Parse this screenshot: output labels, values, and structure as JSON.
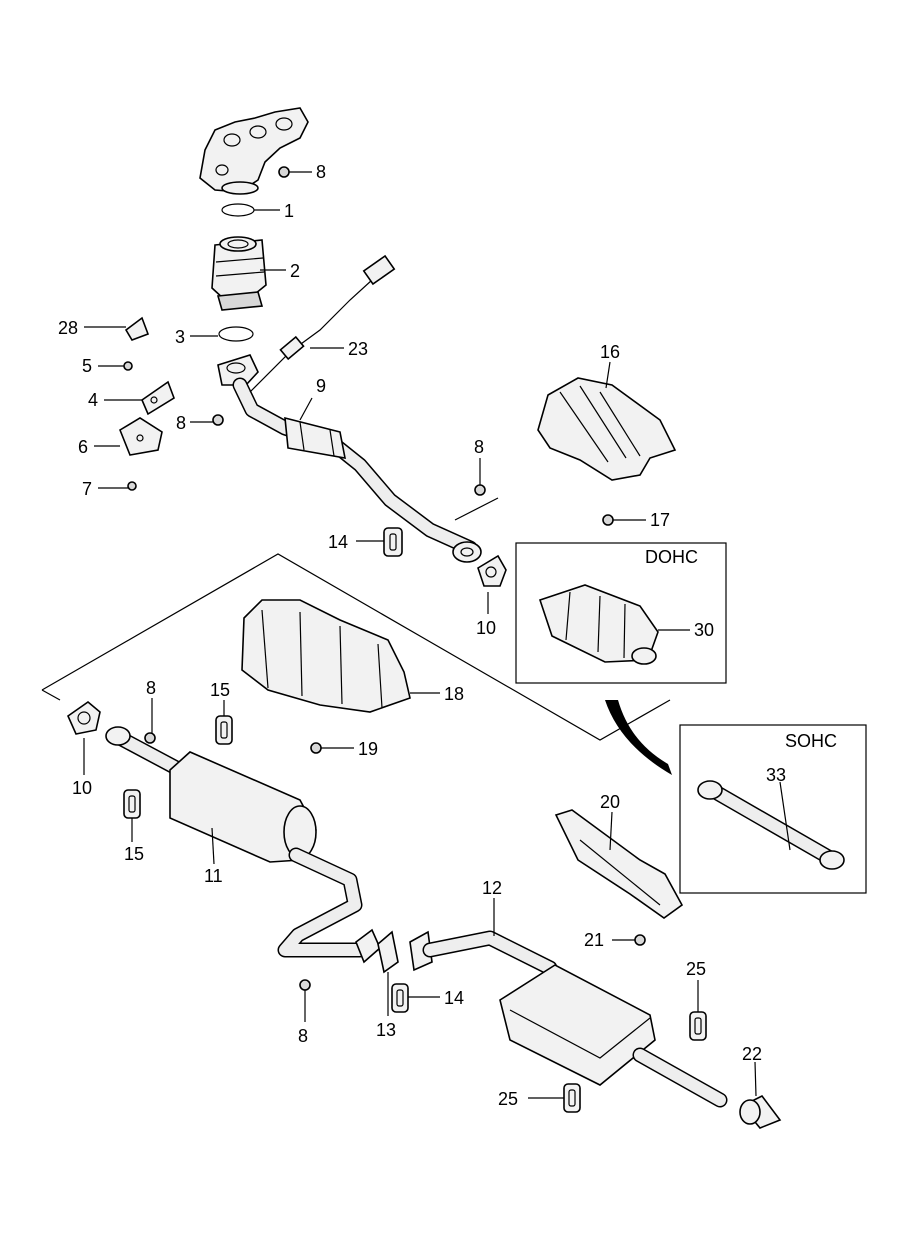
{
  "boxes": {
    "dohc": {
      "title": "DOHC"
    },
    "sohc": {
      "title": "SOHC"
    }
  },
  "callouts": [
    {
      "id": "c8a",
      "text": "8"
    },
    {
      "id": "c1",
      "text": "1"
    },
    {
      "id": "c2",
      "text": "2"
    },
    {
      "id": "c28",
      "text": "28"
    },
    {
      "id": "c3",
      "text": "3"
    },
    {
      "id": "c23",
      "text": "23"
    },
    {
      "id": "c5",
      "text": "5"
    },
    {
      "id": "c4",
      "text": "4"
    },
    {
      "id": "c9",
      "text": "9"
    },
    {
      "id": "c8b",
      "text": "8"
    },
    {
      "id": "c6",
      "text": "6"
    },
    {
      "id": "c7",
      "text": "7"
    },
    {
      "id": "c16",
      "text": "16"
    },
    {
      "id": "c8c",
      "text": "8"
    },
    {
      "id": "c17",
      "text": "17"
    },
    {
      "id": "c14a",
      "text": "14"
    },
    {
      "id": "c10a",
      "text": "10"
    },
    {
      "id": "c30",
      "text": "30"
    },
    {
      "id": "c8d",
      "text": "8"
    },
    {
      "id": "c15a",
      "text": "15"
    },
    {
      "id": "c18",
      "text": "18"
    },
    {
      "id": "c19",
      "text": "19"
    },
    {
      "id": "c10b",
      "text": "10"
    },
    {
      "id": "c33",
      "text": "33"
    },
    {
      "id": "c15b",
      "text": "15"
    },
    {
      "id": "c11",
      "text": "11"
    },
    {
      "id": "c20",
      "text": "20"
    },
    {
      "id": "c12",
      "text": "12"
    },
    {
      "id": "c21",
      "text": "21"
    },
    {
      "id": "c25a",
      "text": "25"
    },
    {
      "id": "c14b",
      "text": "14"
    },
    {
      "id": "c8e",
      "text": "8"
    },
    {
      "id": "c13",
      "text": "13"
    },
    {
      "id": "c22",
      "text": "22"
    },
    {
      "id": "c25b",
      "text": "25"
    }
  ]
}
